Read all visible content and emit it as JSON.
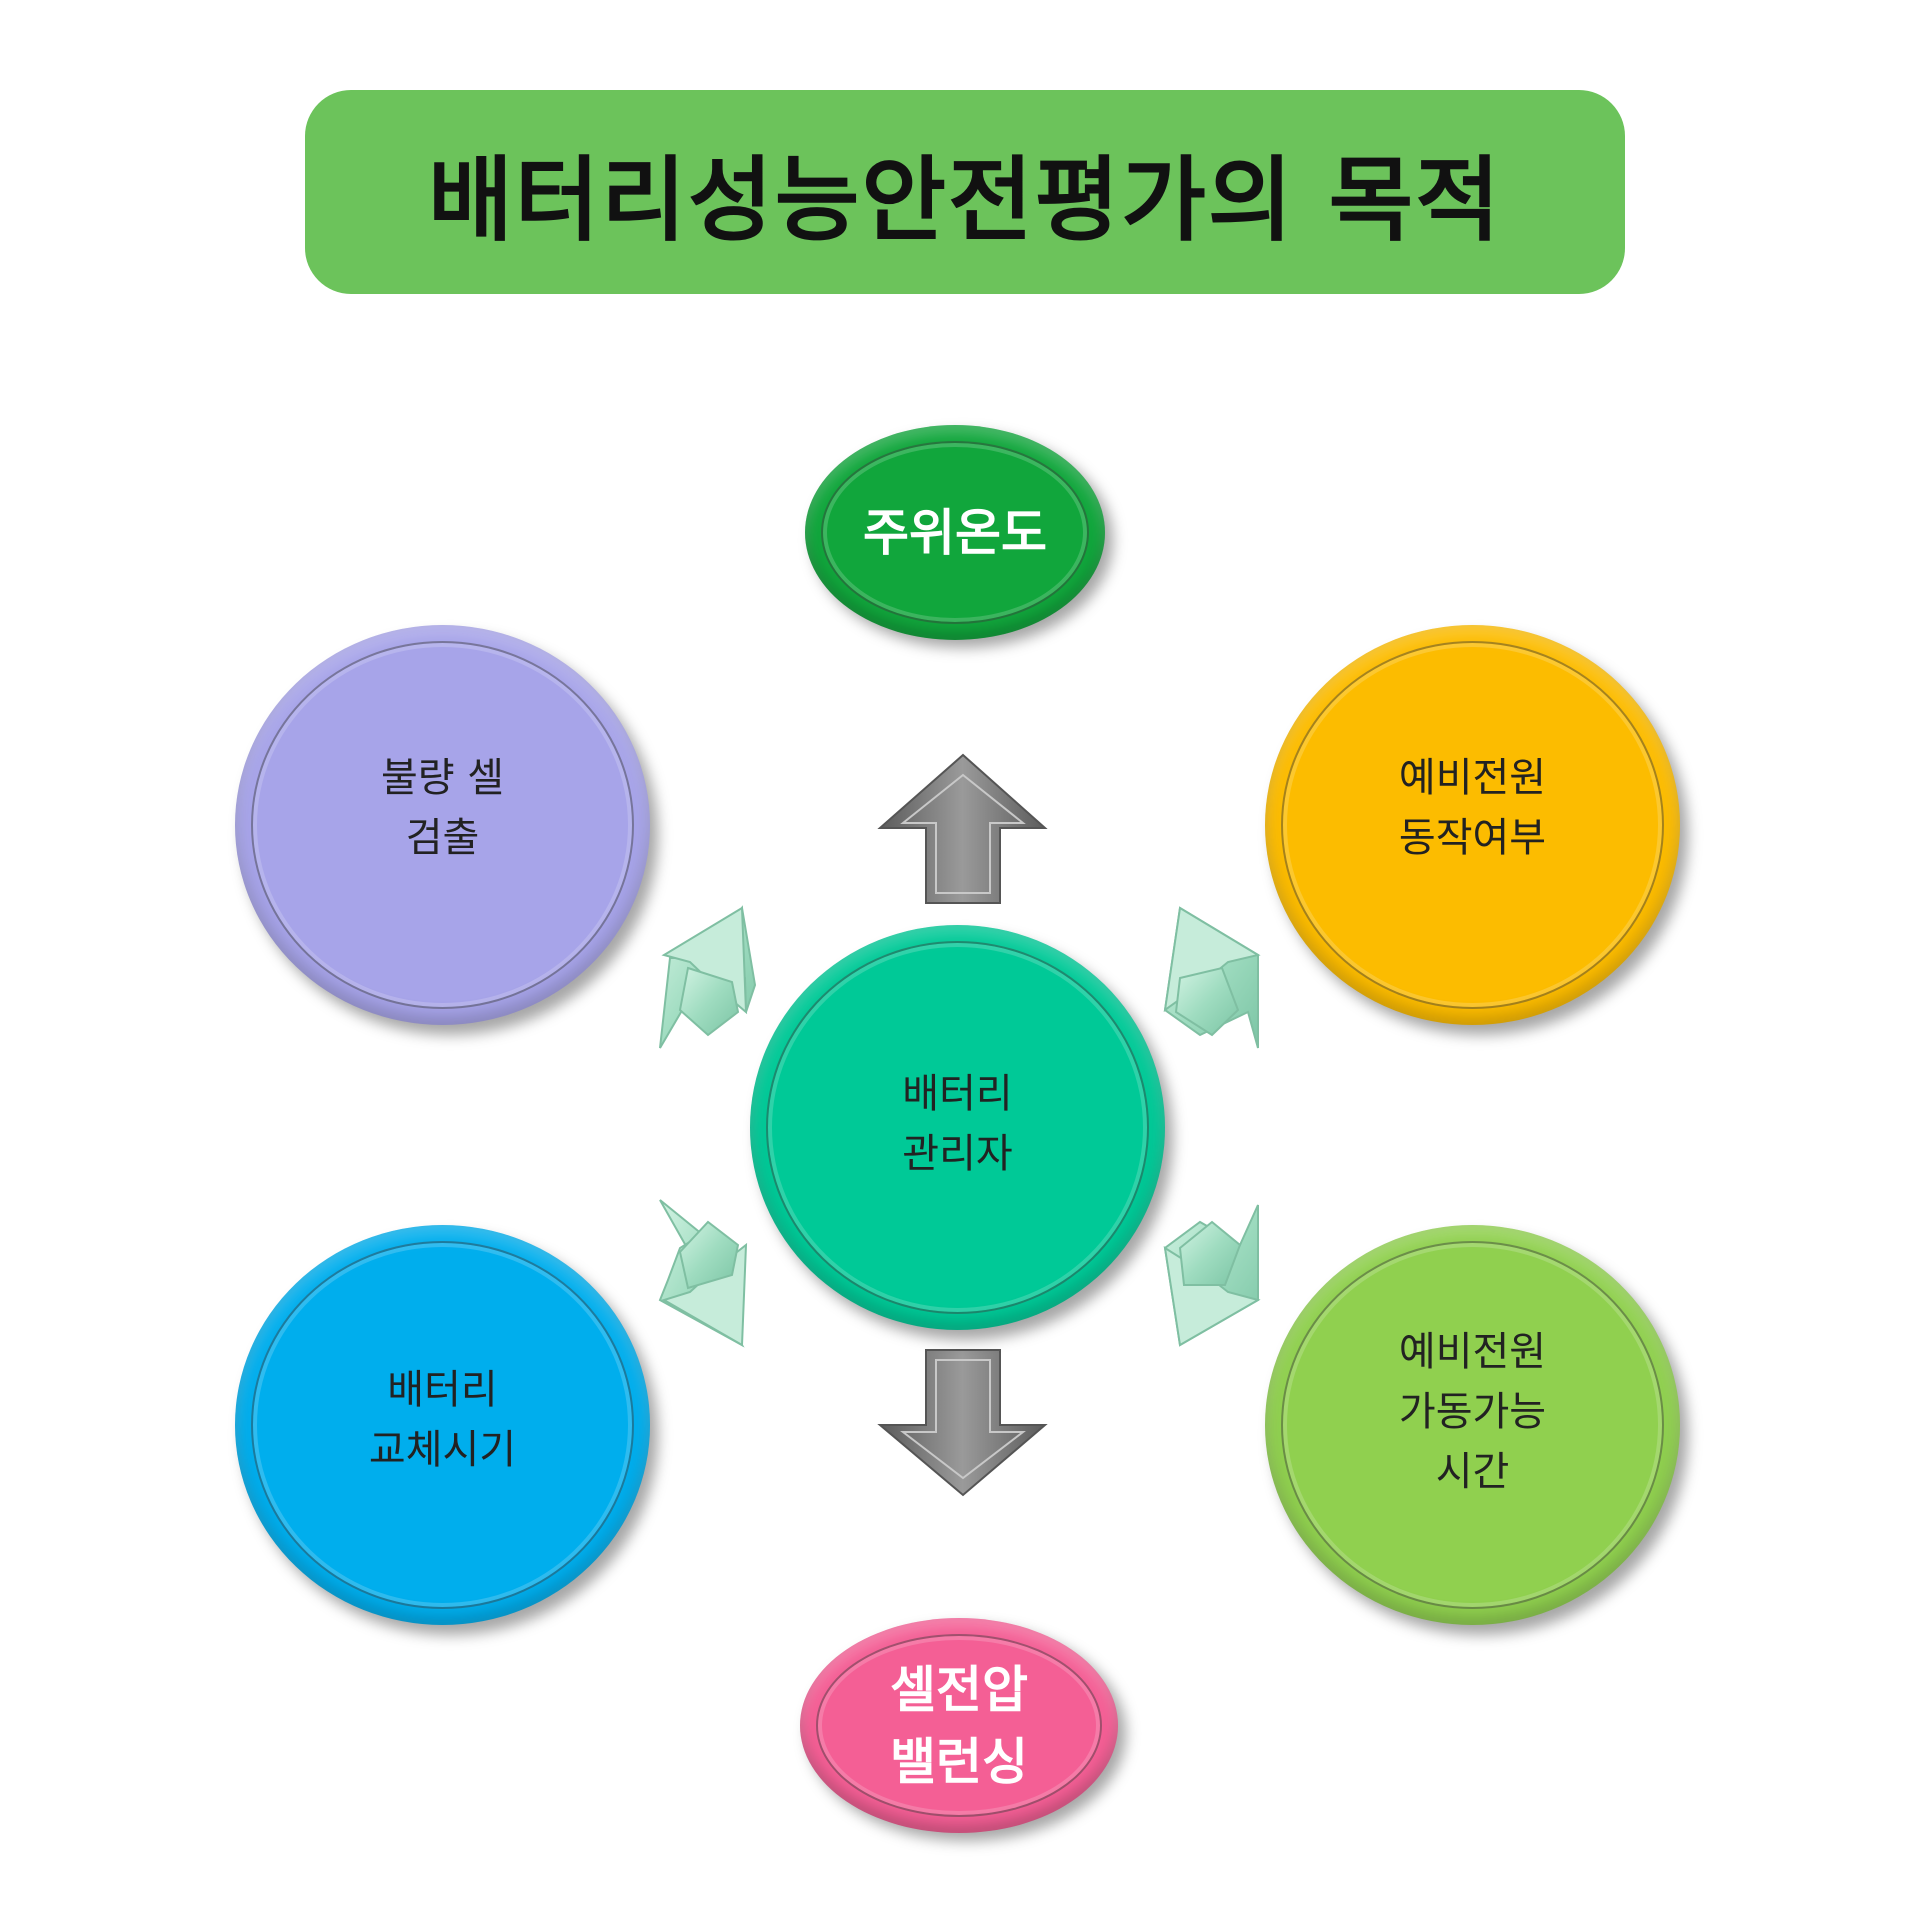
{
  "title": "배터리성능안전평가의 목적",
  "center": {
    "lines": [
      "배터리",
      "관리자"
    ],
    "color": "#00c997"
  },
  "top": {
    "lines": [
      "주위온도"
    ],
    "color": "#11a63c"
  },
  "bottom": {
    "lines": [
      "셀전압",
      "밸런싱"
    ],
    "color": "#f45f95"
  },
  "top_left": {
    "lines": [
      "불량 셀",
      "검출"
    ],
    "color": "#a7a4e9"
  },
  "top_right": {
    "lines": [
      "예비전원",
      "동작여부"
    ],
    "color": "#fcbc00"
  },
  "bottom_left": {
    "lines": [
      "배터리",
      "교체시기"
    ],
    "color": "#00aeed"
  },
  "bottom_right": {
    "lines": [
      "예비전원",
      "가동가능",
      "시간"
    ],
    "color": "#90d04f"
  },
  "colors": {
    "title_bg": "#6cc35b",
    "arrow_gray": "#777777",
    "arrow_mint": "#a8e2c8"
  }
}
